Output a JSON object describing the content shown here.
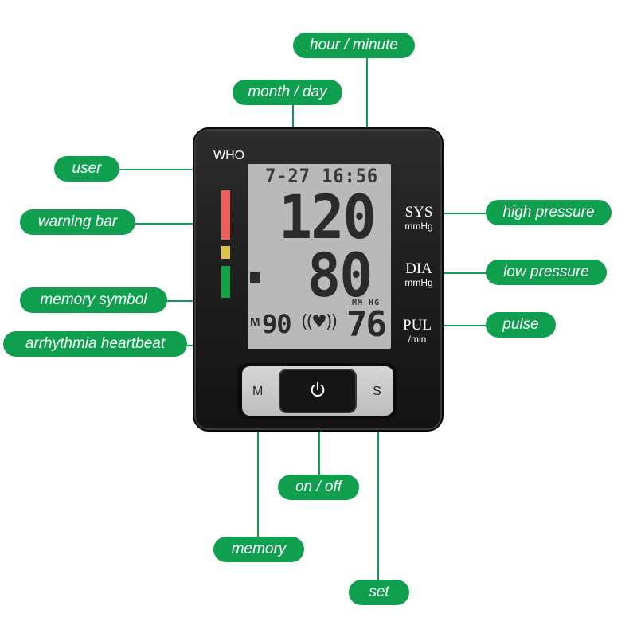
{
  "callouts": {
    "hour_minute": "hour / minute",
    "month_day": "month / day",
    "user": "user",
    "warning_bar": "warning bar",
    "memory_symbol": "memory symbol",
    "arrhythmia_heartbeat": "arrhythmia heartbeat",
    "high_pressure": "high pressure",
    "low_pressure": "low pressure",
    "pulse": "pulse",
    "on_off": "on / off",
    "memory": "memory",
    "set": "set"
  },
  "device": {
    "who_label": "WHO",
    "warning_bar_colors": [
      "#f0605a",
      "#d9c34a",
      "#12a347"
    ],
    "lcd": {
      "date": "7-27",
      "time": "16:56",
      "systolic": "120",
      "diastolic": "80",
      "memory_letter": "M",
      "memory_value": "90",
      "heart_symbol": "((♥))",
      "unit_small": "MM HG",
      "pulse": "76"
    },
    "side_labels": {
      "sys": "SYS",
      "sys_unit": "mmHg",
      "dia": "DIA",
      "dia_unit": "mmHg",
      "pul": "PUL",
      "pul_unit": "/min"
    },
    "buttons": {
      "memory": "M",
      "set": "S",
      "power_icon": "power-icon"
    }
  },
  "colors": {
    "callout_green": "#0f9f4f",
    "lcd_background": "#b9b9b9",
    "device_body": "#1f1f1f"
  }
}
